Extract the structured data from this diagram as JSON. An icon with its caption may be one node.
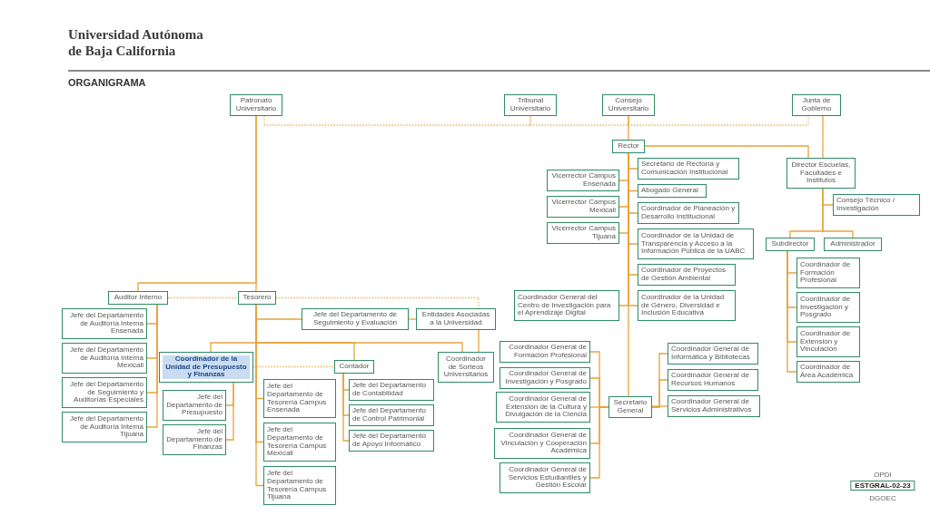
{
  "diagram": {
    "title": "ORGANIGRAMA",
    "nodes": [
      {
        "text": [
          "Patronato Universitario"
        ]
      },
      {
        "text": [
          "Tribunal Universitario"
        ]
      },
      {
        "text": [
          "Consejo Universitario"
        ]
      },
      {
        "text": [
          "Junta de Gobierno"
        ]
      },
      {
        "text": [
          "Rector"
        ]
      },
      {
        "text": [
          "Director Escuelas, Facultades e Institutos"
        ]
      },
      {
        "text": [
          "Vicerrector Campus Ensenada"
        ]
      },
      {
        "text": [
          "Vicerrector Campus Mexicali"
        ]
      },
      {
        "text": [
          "Vicerrector Campus Tijuana"
        ]
      },
      {
        "text": [
          "Secretario de Rectoría y Comunicación Institucional"
        ]
      },
      {
        "text": [
          "Abogado General"
        ]
      },
      {
        "text": [
          "Coordinador de Planeación y Desarrollo Institucional"
        ]
      },
      {
        "text": [
          "Coordinador de la Unidad de Transparencia y Acceso a la Información Pública de la UABC"
        ]
      },
      {
        "text": [
          "Coordinador de Proyectos de Gestión Ambiental"
        ]
      },
      {
        "text": [
          "Coordinador General del Centro de Investigación para el Aprendizaje Digital"
        ]
      },
      {
        "text": [
          "Coordinador de la Unidad de Género, Diversidad e Inclusión Educativa"
        ]
      },
      {
        "text": [
          "Consejo Técnico / Investigación"
        ]
      },
      {
        "text": [
          "Subdirector"
        ]
      },
      {
        "text": [
          "Administrador"
        ]
      },
      {
        "text": [
          "Coordinador de Formación Profesional"
        ]
      },
      {
        "text": [
          "Coordinador de Investigación y Posgrado"
        ]
      },
      {
        "text": [
          "Coordinador de Extensión y Vinculación"
        ]
      },
      {
        "text": [
          "Coordinador de Área Académica"
        ]
      },
      {
        "text": [
          "Auditor Interno"
        ]
      },
      {
        "text": [
          "Tesorero"
        ]
      },
      {
        "text": [
          "Jefe del Departamento de Auditoría Interna Ensenada"
        ]
      },
      {
        "text": [
          "Jefe del Departamento de Auditoría Interna Mexicali"
        ]
      },
      {
        "text": [
          "Jefe del Departamento de Seguimiento y Auditorías Especiales"
        ]
      },
      {
        "text": [
          "Jefe del Departamento de Auditoría Interna Tijuana"
        ]
      },
      {
        "text": [
          "Jefe del Departamento de Seguimiento y Evaluación"
        ]
      },
      {
        "text": [
          "Entidades Asociadas a la Universidad"
        ]
      },
      {
        "text": [
          "Coordinador de la Unidad de Presupuesto y Finanzas"
        ]
      },
      {
        "text": [
          "Contador"
        ]
      },
      {
        "text": [
          "Coordinador de Sorteos Universitarios"
        ]
      },
      {
        "text": [
          "Jefe del Departamento de Presupuesto"
        ]
      },
      {
        "text": [
          "Jefe del Departamento de Finanzas"
        ]
      },
      {
        "text": [
          "Jefe del Departamento de Tesorería Campus Ensenada"
        ]
      },
      {
        "text": [
          "Jefe del Departamento de Tesorería Campus Mexicali"
        ]
      },
      {
        "text": [
          "Jefe del Departamento de Tesorería Campus Tijuana"
        ]
      },
      {
        "text": [
          "Jefe del Departamento de Contabilidad"
        ]
      },
      {
        "text": [
          "Jefe del Departamento de Control Patrimonial"
        ]
      },
      {
        "text": [
          "Jefe del Departamento de Apoyo Informático"
        ]
      },
      {
        "text": [
          "Secretario General"
        ]
      },
      {
        "text": [
          "Coordinador General de Formación Profesional"
        ]
      },
      {
        "text": [
          "Coordinador General de Investigación y Posgrado"
        ]
      },
      {
        "text": [
          "Coordinador General de Extensión de la Cultura y Divulgación de la Ciencia"
        ]
      },
      {
        "text": [
          "Coordinador General de Vinculación y Cooperación Académica"
        ]
      },
      {
        "text": [
          "Coordinador General de Servicios Estudiantiles y Gestión Escolar"
        ]
      },
      {
        "text": [
          "Coordinador General de Informática y Bibliotecas"
        ]
      },
      {
        "text": [
          "Coordinador General de Recursos Humanos"
        ]
      },
      {
        "text": [
          "Coordinador General de Servicios Administrativos"
        ]
      }
    ],
    "edges": [
      {
        "from": 0,
        "to": 1,
        "arrow": "none",
        "style": "dashed"
      },
      {
        "from": 1,
        "to": 2,
        "arrow": "none",
        "style": "dashed"
      },
      {
        "from": 2,
        "to": 3,
        "arrow": "none",
        "style": "dashed"
      },
      {
        "from": 2,
        "to": 4,
        "arrow": "none"
      },
      {
        "from": 4,
        "to": 5,
        "arrow": "none"
      },
      {
        "from": 3,
        "to": 5,
        "arrow": "none"
      },
      {
        "from": 4,
        "to": 6,
        "arrow": "none"
      },
      {
        "from": 4,
        "to": 7,
        "arrow": "none"
      },
      {
        "from": 4,
        "to": 8,
        "arrow": "none"
      },
      {
        "from": 4,
        "to": 9,
        "arrow": "none"
      },
      {
        "from": 4,
        "to": 10,
        "arrow": "none"
      },
      {
        "from": 4,
        "to": 11,
        "arrow": "none"
      },
      {
        "from": 4,
        "to": 12,
        "arrow": "none"
      },
      {
        "from": 4,
        "to": 13,
        "arrow": "none"
      },
      {
        "from": 4,
        "to": 14,
        "arrow": "none"
      },
      {
        "from": 4,
        "to": 15,
        "arrow": "none"
      },
      {
        "from": 4,
        "to": 42,
        "arrow": "none"
      },
      {
        "from": 5,
        "to": 16,
        "arrow": "none"
      },
      {
        "from": 5,
        "to": 17,
        "arrow": "none"
      },
      {
        "from": 5,
        "to": 18,
        "arrow": "none"
      },
      {
        "from": 17,
        "to": 19,
        "arrow": "none"
      },
      {
        "from": 17,
        "to": 20,
        "arrow": "none"
      },
      {
        "from": 17,
        "to": 21,
        "arrow": "none"
      },
      {
        "from": 17,
        "to": 22,
        "arrow": "none"
      },
      {
        "from": 0,
        "to": 23,
        "arrow": "none"
      },
      {
        "from": 0,
        "to": 24,
        "arrow": "none"
      },
      {
        "from": 23,
        "to": 24,
        "arrow": "none",
        "style": "dashed"
      },
      {
        "from": 23,
        "to": 25,
        "arrow": "none"
      },
      {
        "from": 23,
        "to": 26,
        "arrow": "none"
      },
      {
        "from": 23,
        "to": 27,
        "arrow": "none"
      },
      {
        "from": 23,
        "to": 28,
        "arrow": "none"
      },
      {
        "from": 24,
        "to": 29,
        "arrow": "none"
      },
      {
        "from": 29,
        "to": 30,
        "arrow": "none"
      },
      {
        "from": 24,
        "to": 30,
        "arrow": "none",
        "style": "dashed"
      },
      {
        "from": 30,
        "to": 33,
        "arrow": "none"
      },
      {
        "from": 24,
        "to": 31,
        "arrow": "none"
      },
      {
        "from": 24,
        "to": 32,
        "arrow": "none"
      },
      {
        "from": 24,
        "to": 33,
        "arrow": "none"
      },
      {
        "from": 31,
        "to": 32,
        "arrow": "none",
        "style": "dashed"
      },
      {
        "from": 31,
        "to": 34,
        "arrow": "none"
      },
      {
        "from": 31,
        "to": 35,
        "arrow": "none"
      },
      {
        "from": 24,
        "to": 36,
        "arrow": "none"
      },
      {
        "from": 24,
        "to": 37,
        "arrow": "none"
      },
      {
        "from": 24,
        "to": 38,
        "arrow": "none"
      },
      {
        "from": 32,
        "to": 39,
        "arrow": "none"
      },
      {
        "from": 32,
        "to": 40,
        "arrow": "none"
      },
      {
        "from": 32,
        "to": 41,
        "arrow": "none"
      },
      {
        "from": 42,
        "to": 43,
        "arrow": "none"
      },
      {
        "from": 42,
        "to": 44,
        "arrow": "none"
      },
      {
        "from": 42,
        "to": 45,
        "arrow": "none"
      },
      {
        "from": 42,
        "to": 46,
        "arrow": "none"
      },
      {
        "from": 42,
        "to": 47,
        "arrow": "none"
      },
      {
        "from": 42,
        "to": 48,
        "arrow": "none"
      },
      {
        "from": 42,
        "to": 49,
        "arrow": "none"
      },
      {
        "from": 42,
        "to": 50,
        "arrow": "none"
      }
    ],
    "labels": [
      "Universidad Autónoma de Baja California",
      "OPDI",
      "ESTGRAL-02-23",
      "DGOEC"
    ]
  }
}
